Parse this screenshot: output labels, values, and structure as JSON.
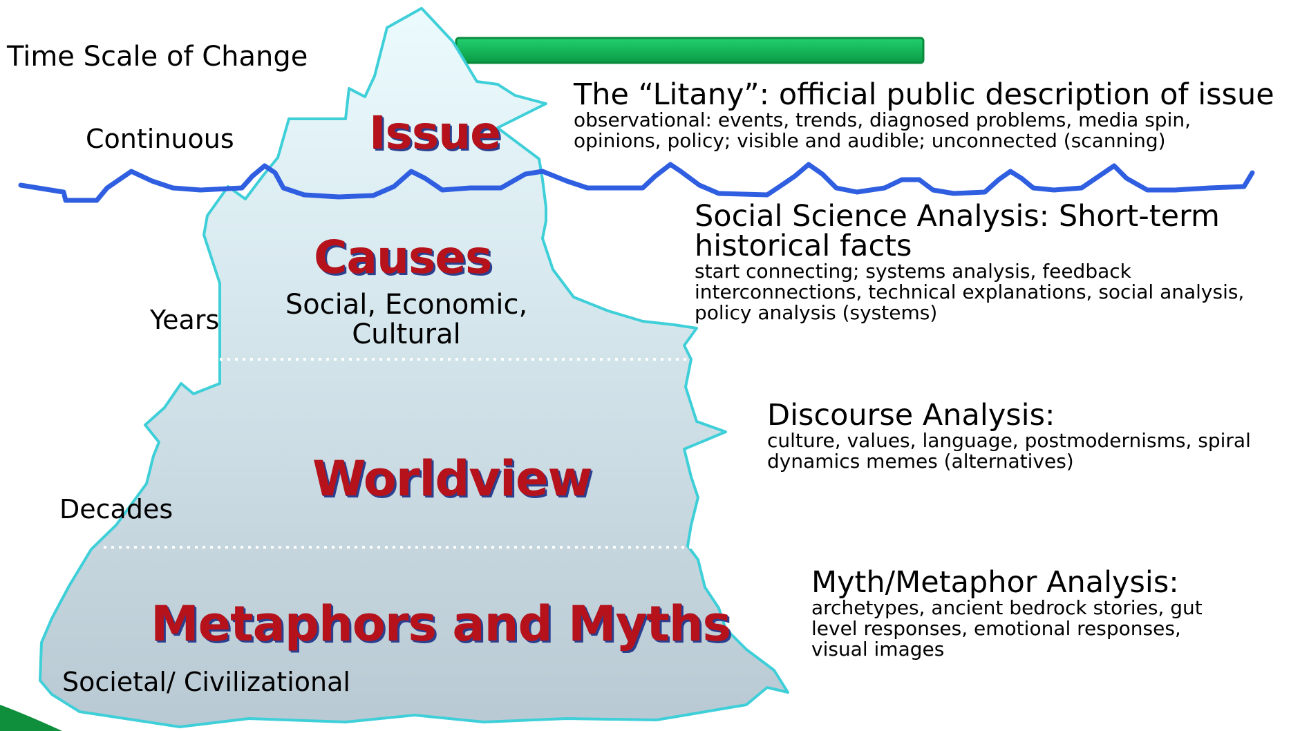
{
  "time_scale": {
    "title": "Time Scale of Change",
    "continuous": "Continuous",
    "years": "Years",
    "decades": "Decades",
    "societal": "Societal/ Civilizational"
  },
  "layers": {
    "issue": "Issue",
    "causes": "Causes",
    "causes_sub": "Social, Economic,\nCultural",
    "worldview": "Worldview",
    "myths": "Metaphors and Myths"
  },
  "analysis": {
    "litany": {
      "heading": "The “Litany”: official public description of issue",
      "body": "observational: events, trends, diagnosed problems, media spin, opinions, policy; visible and audible; unconnected  (scanning)"
    },
    "social": {
      "heading": "Social Science Analysis: Short-term historical facts",
      "body": "start connecting; systems analysis, feedback interconnections, technical explanations, social analysis, policy analysis (systems)"
    },
    "discourse": {
      "heading": "Discourse Analysis:",
      "body": "culture, values, language, postmodernisms, spiral dynamics memes (alternatives)"
    },
    "myth": {
      "heading": "Myth/Metaphor Analysis:",
      "body": "archetypes, ancient bedrock stories, gut level responses, emotional responses, visual images"
    }
  },
  "colors": {
    "outline": "#3ecfd8",
    "water": "#2f5fe0",
    "bar": "#11b85a",
    "layer_text": "#b5121b",
    "layer_shadow": "#2b3f8f"
  }
}
